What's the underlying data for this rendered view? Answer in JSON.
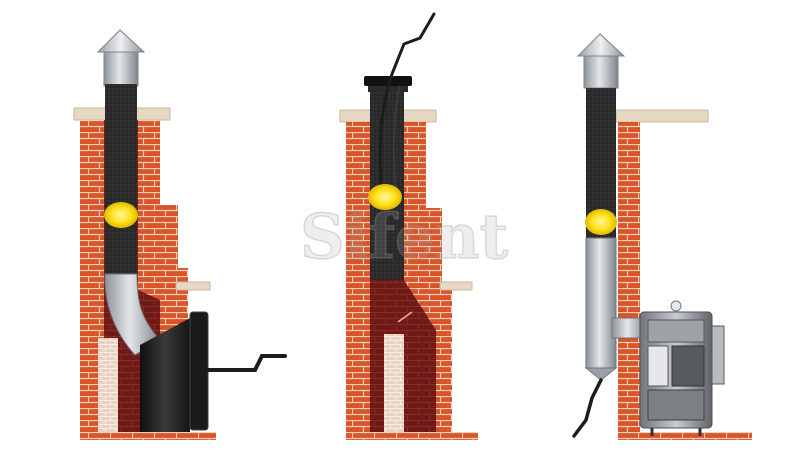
{
  "scene": {
    "panels": [
      {
        "name": "chimney-with-liner-and-stove"
      },
      {
        "name": "chimney-with-open-top-and-rod"
      },
      {
        "name": "external-pipe-with-boiler"
      }
    ]
  },
  "colors": {
    "brick": "#d8552a",
    "brick_mortar": "#f3cdb8",
    "brick_dark": "#7a1d1a",
    "interior": "#4a1010",
    "liner": "#2b2b2b",
    "steel": "#b9bec4",
    "cap": "#cfd3d7",
    "ledge": "#e6d8c2",
    "brush": "#ffe11a",
    "stove": "#1f1f1f",
    "watermark": "#aaaaaa"
  },
  "watermark": {
    "text": "Sifent"
  }
}
